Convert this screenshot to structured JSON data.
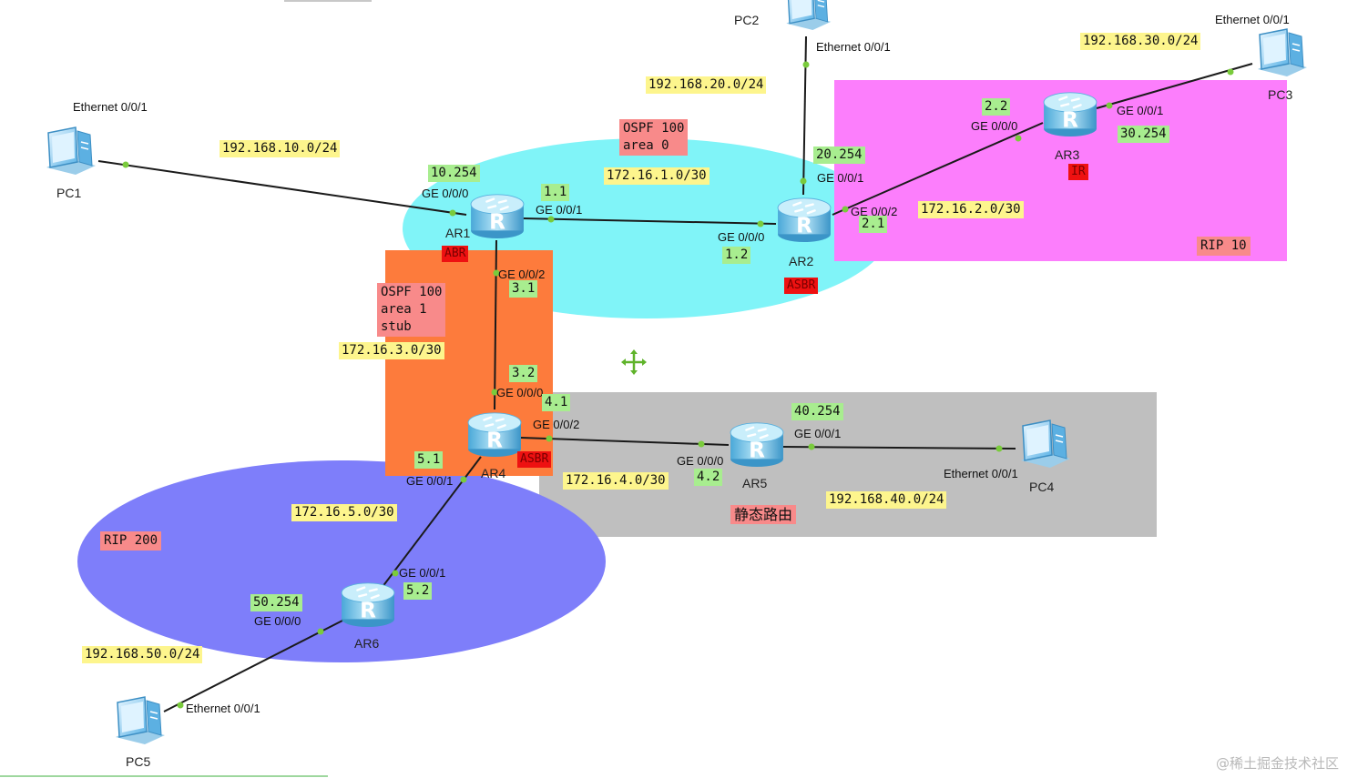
{
  "colors": {
    "area0": "#80f4f8",
    "rip10": "#fc7efc",
    "area1_stub": "#fd7b3c",
    "static_route": "#bfbfbf",
    "rip200": "#7e7efa",
    "link": "#1a1a1a",
    "port_dot": "#7acb3c",
    "router_body": "#8fd0ee"
  },
  "devices": {
    "pc1": {
      "label": "PC1",
      "icon": "pc-icon"
    },
    "pc2": {
      "label": "PC2",
      "icon": "pc-icon"
    },
    "pc3": {
      "label": "PC3",
      "icon": "pc-icon"
    },
    "pc4": {
      "label": "PC4",
      "icon": "pc-icon"
    },
    "pc5": {
      "label": "PC5",
      "icon": "pc-icon"
    },
    "ar1": {
      "label": "AR1",
      "icon": "router-icon"
    },
    "ar2": {
      "label": "AR2",
      "icon": "router-icon"
    },
    "ar3": {
      "label": "AR3",
      "icon": "router-icon"
    },
    "ar4": {
      "label": "AR4",
      "icon": "router-icon"
    },
    "ar5": {
      "label": "AR5",
      "icon": "router-icon"
    },
    "ar6": {
      "label": "AR6",
      "icon": "router-icon"
    }
  },
  "ports": {
    "pc1_eth": "Ethernet 0/0/1",
    "pc2_eth": "Ethernet 0/0/1",
    "pc3_eth": "Ethernet 0/0/1",
    "pc4_eth": "Ethernet 0/0/1",
    "pc5_eth": "Ethernet 0/0/1",
    "ar1_g000": "GE 0/0/0",
    "ar1_g001": "GE 0/0/1",
    "ar1_g002": "GE 0/0/2",
    "ar2_g000": "GE 0/0/0",
    "ar2_g001": "GE 0/0/1",
    "ar2_g002": "GE 0/0/2",
    "ar3_g000": "GE 0/0/0",
    "ar3_g001": "GE 0/0/1",
    "ar4_g000": "GE 0/0/0",
    "ar4_g001": "GE 0/0/1",
    "ar4_g002": "GE 0/0/2",
    "ar5_g000": "GE 0/0/0",
    "ar5_g001": "GE 0/0/1",
    "ar6_g000": "GE 0/0/0",
    "ar6_g001": "GE 0/0/1"
  },
  "subnets": {
    "n10": "192.168.10.0/24",
    "n20": "192.168.20.0/24",
    "n30": "192.168.30.0/24",
    "n40": "192.168.40.0/24",
    "n50": "192.168.50.0/24",
    "l1": "172.16.1.0/30",
    "l2": "172.16.2.0/30",
    "l3": "172.16.3.0/30",
    "l4": "172.16.4.0/30",
    "l5": "172.16.5.0/30"
  },
  "addresses": {
    "ar1_10": "10.254",
    "ar1_11": "1.1",
    "ar1_31": "3.1",
    "ar2_12": "1.2",
    "ar2_20": "20.254",
    "ar2_21": "2.1",
    "ar3_22": "2.2",
    "ar3_30": "30.254",
    "ar4_32": "3.2",
    "ar4_41": "4.1",
    "ar4_51": "5.1",
    "ar5_42": "4.2",
    "ar5_40": "40.254",
    "ar6_52": "5.2",
    "ar6_50": "50.254"
  },
  "areas": {
    "ospf_area0": "OSPF 100\narea 0",
    "ospf_area1": "OSPF 100\narea 1\nstub",
    "rip10": "RIP 10",
    "rip200": "RIP 200",
    "static": "静态路由"
  },
  "roles": {
    "ar1": "ABR",
    "ar2": "ASBR",
    "ar3": "IR",
    "ar4": "ASBR"
  },
  "watermark": "@稀土掘金技术社区"
}
